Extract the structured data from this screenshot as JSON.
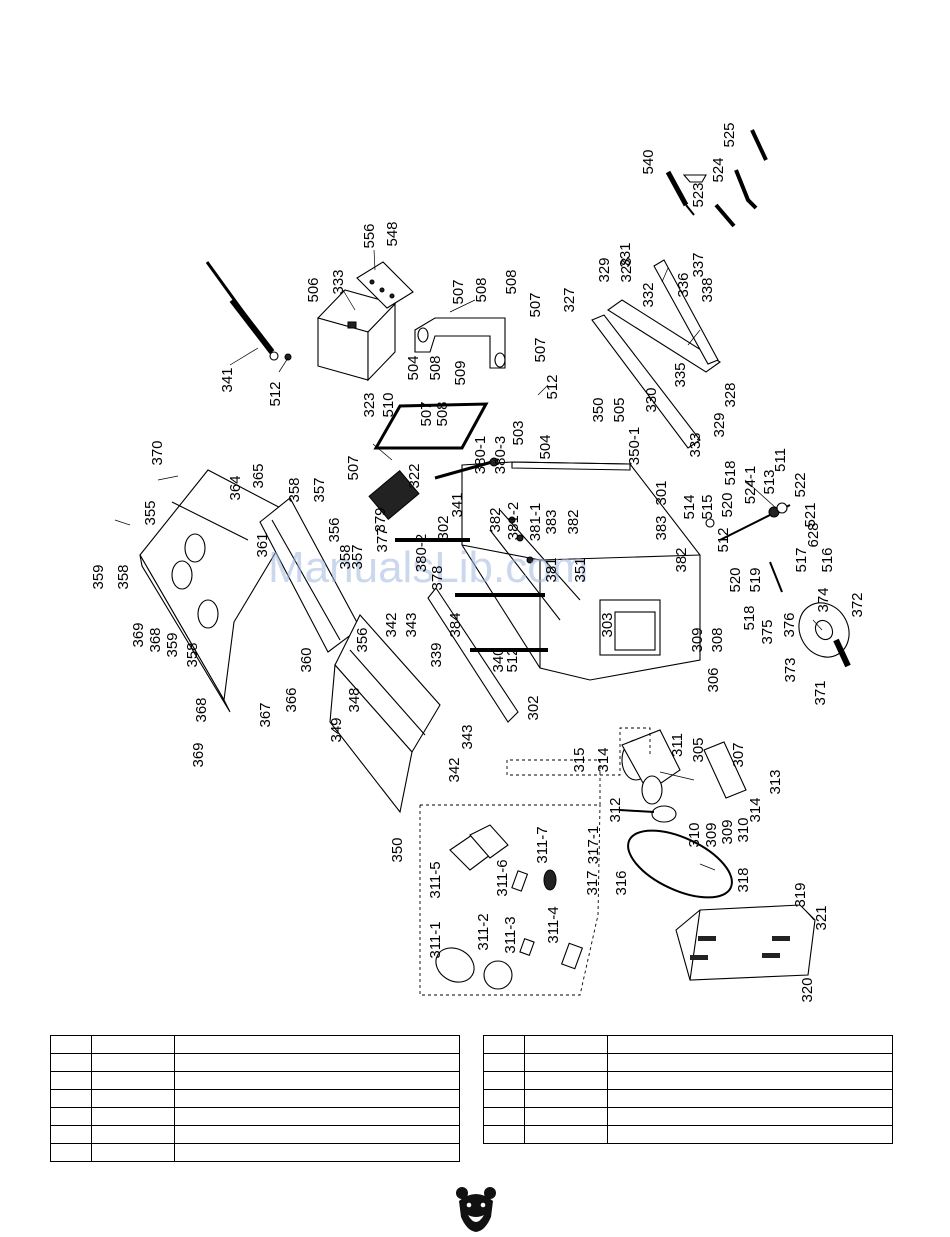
{
  "watermark": "ManualsLib.com",
  "part_labels": [
    {
      "id": "p341",
      "text": "341"
    },
    {
      "id": "p512a",
      "text": "512"
    },
    {
      "id": "p506",
      "text": "506"
    },
    {
      "id": "p333a",
      "text": "333"
    },
    {
      "id": "p556",
      "text": "556"
    },
    {
      "id": "p548",
      "text": "548"
    },
    {
      "id": "p507a",
      "text": "507"
    },
    {
      "id": "p508a",
      "text": "508"
    },
    {
      "id": "p508b",
      "text": "508"
    },
    {
      "id": "p507b",
      "text": "507"
    },
    {
      "id": "p504a",
      "text": "504"
    },
    {
      "id": "p508c",
      "text": "508"
    },
    {
      "id": "p509",
      "text": "509"
    },
    {
      "id": "p507c",
      "text": "507"
    },
    {
      "id": "p512b",
      "text": "512"
    },
    {
      "id": "p323",
      "text": "323"
    },
    {
      "id": "p510",
      "text": "510"
    },
    {
      "id": "p507d",
      "text": "507"
    },
    {
      "id": "p508d",
      "text": "508"
    },
    {
      "id": "p503",
      "text": "503"
    },
    {
      "id": "p504b",
      "text": "504"
    },
    {
      "id": "p370",
      "text": "370"
    },
    {
      "id": "p507e",
      "text": "507"
    },
    {
      "id": "p322",
      "text": "322"
    },
    {
      "id": "p380-1",
      "text": "380-1"
    },
    {
      "id": "p380-3",
      "text": "380-3"
    },
    {
      "id": "p365",
      "text": "365"
    },
    {
      "id": "p364",
      "text": "364"
    },
    {
      "id": "p355",
      "text": "355"
    },
    {
      "id": "p379",
      "text": "379"
    },
    {
      "id": "p341b",
      "text": "341"
    },
    {
      "id": "p358a",
      "text": "358"
    },
    {
      "id": "p357a",
      "text": "357"
    },
    {
      "id": "p382a",
      "text": "382"
    },
    {
      "id": "p381-2",
      "text": "381-2"
    },
    {
      "id": "p381-1",
      "text": "381-1"
    },
    {
      "id": "p383a",
      "text": "383"
    },
    {
      "id": "p382b",
      "text": "382"
    },
    {
      "id": "p302a",
      "text": "302"
    },
    {
      "id": "p380-2",
      "text": "380-2"
    },
    {
      "id": "p377",
      "text": "377"
    },
    {
      "id": "p378",
      "text": "378"
    },
    {
      "id": "p361",
      "text": "361"
    },
    {
      "id": "p356a",
      "text": "356"
    },
    {
      "id": "p358b",
      "text": "358"
    },
    {
      "id": "p357b",
      "text": "357"
    },
    {
      "id": "p359a",
      "text": "359"
    },
    {
      "id": "p358c",
      "text": "358"
    },
    {
      "id": "p369a",
      "text": "369"
    },
    {
      "id": "p368a",
      "text": "368"
    },
    {
      "id": "p359b",
      "text": "359"
    },
    {
      "id": "p358d",
      "text": "358"
    },
    {
      "id": "p360",
      "text": "360"
    },
    {
      "id": "p356b",
      "text": "356"
    },
    {
      "id": "p342a",
      "text": "342"
    },
    {
      "id": "p343a",
      "text": "343"
    },
    {
      "id": "p384",
      "text": "384"
    },
    {
      "id": "p339",
      "text": "339"
    },
    {
      "id": "p381",
      "text": "381"
    },
    {
      "id": "p351",
      "text": "351"
    },
    {
      "id": "p340",
      "text": "340"
    },
    {
      "id": "p512c",
      "text": "512"
    },
    {
      "id": "p303",
      "text": "303"
    },
    {
      "id": "p367",
      "text": "367"
    },
    {
      "id": "p366",
      "text": "366"
    },
    {
      "id": "p348",
      "text": "348"
    },
    {
      "id": "p349",
      "text": "349"
    },
    {
      "id": "p369b",
      "text": "369"
    },
    {
      "id": "p368b",
      "text": "368"
    },
    {
      "id": "p343b",
      "text": "343"
    },
    {
      "id": "p342b",
      "text": "342"
    },
    {
      "id": "p302b",
      "text": "302"
    },
    {
      "id": "p350a",
      "text": "350"
    },
    {
      "id": "p301",
      "text": "301"
    },
    {
      "id": "p383b",
      "text": "383"
    },
    {
      "id": "p382c",
      "text": "382"
    },
    {
      "id": "p350b",
      "text": "350"
    },
    {
      "id": "p505",
      "text": "505"
    },
    {
      "id": "p350-1",
      "text": "350-1"
    },
    {
      "id": "p327",
      "text": "327"
    },
    {
      "id": "p329a",
      "text": "329"
    },
    {
      "id": "p328a",
      "text": "328"
    },
    {
      "id": "p331",
      "text": "331"
    },
    {
      "id": "p332",
      "text": "332"
    },
    {
      "id": "p336",
      "text": "336"
    },
    {
      "id": "p337",
      "text": "337"
    },
    {
      "id": "p338",
      "text": "338"
    },
    {
      "id": "p330",
      "text": "330"
    },
    {
      "id": "p335",
      "text": "335"
    },
    {
      "id": "p328b",
      "text": "328"
    },
    {
      "id": "p329b",
      "text": "329"
    },
    {
      "id": "p333b",
      "text": "333"
    },
    {
      "id": "p540",
      "text": "540"
    },
    {
      "id": "p523",
      "text": "523"
    },
    {
      "id": "p524",
      "text": "524"
    },
    {
      "id": "p525",
      "text": "525"
    },
    {
      "id": "p518a",
      "text": "518"
    },
    {
      "id": "p524-1",
      "text": "524-1"
    },
    {
      "id": "p511",
      "text": "511"
    },
    {
      "id": "p513",
      "text": "513"
    },
    {
      "id": "p522",
      "text": "522"
    },
    {
      "id": "p521",
      "text": "521"
    },
    {
      "id": "p520a",
      "text": "520"
    },
    {
      "id": "p514",
      "text": "514"
    },
    {
      "id": "p515",
      "text": "515"
    },
    {
      "id": "p512d",
      "text": "512"
    },
    {
      "id": "p520b",
      "text": "520"
    },
    {
      "id": "p519",
      "text": "519"
    },
    {
      "id": "p517",
      "text": "517"
    },
    {
      "id": "p628",
      "text": "628"
    },
    {
      "id": "p516",
      "text": "516"
    },
    {
      "id": "p518b",
      "text": "518"
    },
    {
      "id": "p375",
      "text": "375"
    },
    {
      "id": "p376",
      "text": "376"
    },
    {
      "id": "p374",
      "text": "374"
    },
    {
      "id": "p372",
      "text": "372"
    },
    {
      "id": "p373",
      "text": "373"
    },
    {
      "id": "p371",
      "text": "371"
    },
    {
      "id": "p309a",
      "text": "309"
    },
    {
      "id": "p308",
      "text": "308"
    },
    {
      "id": "p306",
      "text": "306"
    },
    {
      "id": "p315",
      "text": "315"
    },
    {
      "id": "p314a",
      "text": "314"
    },
    {
      "id": "p311",
      "text": "311"
    },
    {
      "id": "p305",
      "text": "305"
    },
    {
      "id": "p307",
      "text": "307"
    },
    {
      "id": "p313",
      "text": "313"
    },
    {
      "id": "p314b",
      "text": "314"
    },
    {
      "id": "p312",
      "text": "312"
    },
    {
      "id": "p310a",
      "text": "310"
    },
    {
      "id": "p309b",
      "text": "309"
    },
    {
      "id": "p309c",
      "text": "309"
    },
    {
      "id": "p310b",
      "text": "310"
    },
    {
      "id": "p317-1",
      "text": "317-1"
    },
    {
      "id": "p317",
      "text": "317"
    },
    {
      "id": "p316",
      "text": "316"
    },
    {
      "id": "p318",
      "text": "318"
    },
    {
      "id": "p311-5",
      "text": "311-5"
    },
    {
      "id": "p311-6",
      "text": "311-6"
    },
    {
      "id": "p311-7",
      "text": "311-7"
    },
    {
      "id": "p311-1",
      "text": "311-1"
    },
    {
      "id": "p311-2",
      "text": "311-2"
    },
    {
      "id": "p311-3",
      "text": "311-3"
    },
    {
      "id": "p311-4",
      "text": "311-4"
    },
    {
      "id": "p319",
      "text": "319"
    },
    {
      "id": "p321",
      "text": "321"
    },
    {
      "id": "p320",
      "text": "320"
    }
  ],
  "tables": {
    "left": [
      [
        "",
        "",
        ""
      ],
      [
        "",
        "",
        ""
      ],
      [
        "",
        "",
        ""
      ],
      [
        "",
        "",
        ""
      ],
      [
        "",
        "",
        ""
      ],
      [
        "",
        "",
        ""
      ],
      [
        "",
        "",
        ""
      ]
    ],
    "right": [
      [
        "",
        "",
        ""
      ],
      [
        "",
        "",
        ""
      ],
      [
        "",
        "",
        ""
      ],
      [
        "",
        "",
        ""
      ],
      [
        "",
        "",
        ""
      ],
      [
        "",
        "",
        ""
      ]
    ]
  },
  "logo_icon": "grizzly-bear-head-icon"
}
